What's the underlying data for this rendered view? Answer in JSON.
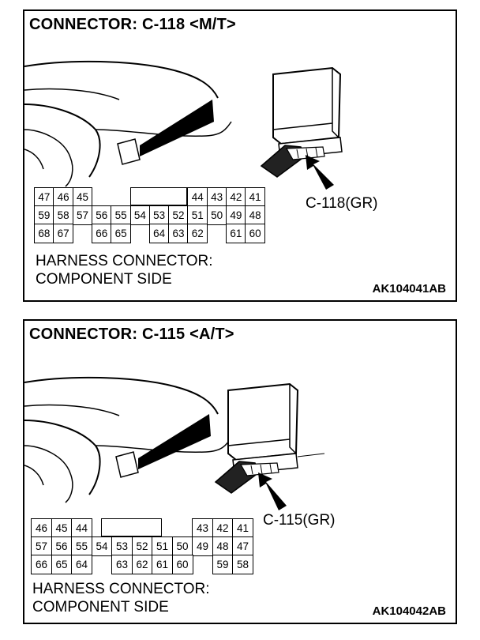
{
  "panels": [
    {
      "title": "CONNECTOR: C-118 <M/T>",
      "connector_label": "C-118(GR)",
      "caption_line1": "HARNESS CONNECTOR:",
      "caption_line2": "COMPONENT SIDE",
      "code": "AK104041AB",
      "pins": {
        "row1": [
          "47",
          "46",
          "45",
          "44",
          "43",
          "42",
          "41"
        ],
        "row2": [
          "59",
          "58",
          "57",
          "56",
          "55",
          "54",
          "53",
          "52",
          "51",
          "50",
          "49",
          "48"
        ],
        "row3": [
          "68",
          "67",
          "66",
          "65",
          "64",
          "63",
          "62",
          "61",
          "60"
        ]
      }
    },
    {
      "title": "CONNECTOR: C-115 <A/T>",
      "connector_label": "C-115(GR)",
      "caption_line1": "HARNESS CONNECTOR:",
      "caption_line2": "COMPONENT SIDE",
      "code": "AK104042AB",
      "pins": {
        "row1": [
          "46",
          "45",
          "44",
          "43",
          "42",
          "41"
        ],
        "row2": [
          "57",
          "56",
          "55",
          "54",
          "53",
          "52",
          "51",
          "50",
          "49",
          "48",
          "47"
        ],
        "row3": [
          "66",
          "65",
          "64",
          "63",
          "62",
          "61",
          "60",
          "59",
          "58"
        ]
      }
    }
  ]
}
